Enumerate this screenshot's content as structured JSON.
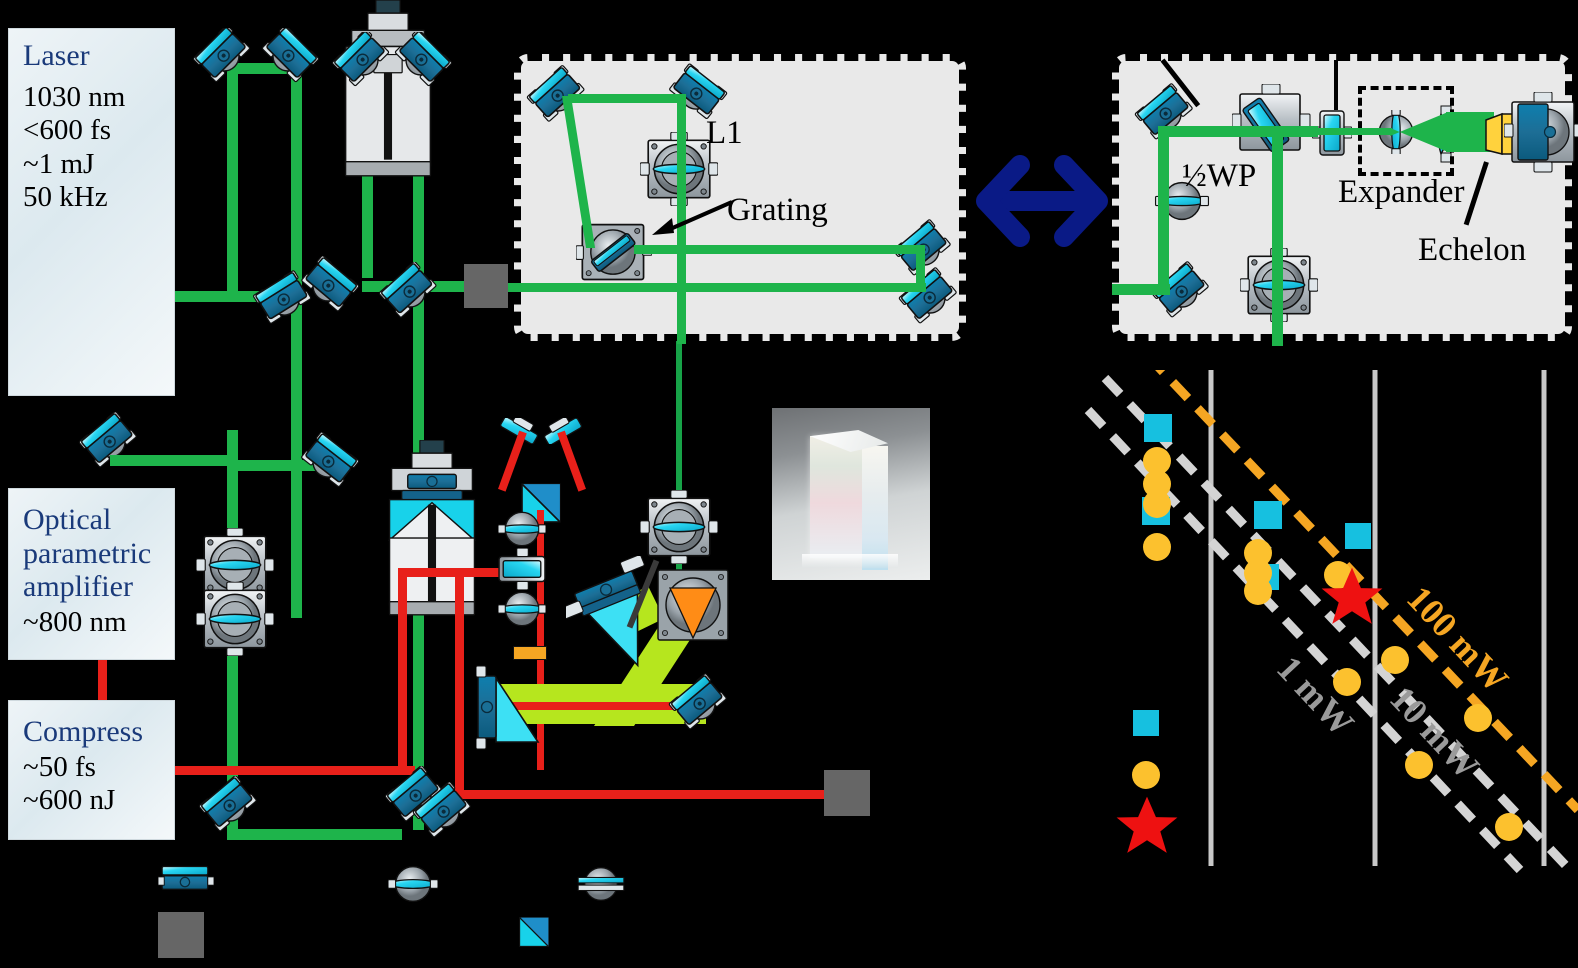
{
  "figure": {
    "kind": "optical-setup-schematic",
    "background": "#000000"
  },
  "boxes": {
    "laser": {
      "title": "Laser",
      "lines": [
        "1030 nm",
        "<600 fs",
        "~1 mJ",
        "50 kHz"
      ]
    },
    "opa": {
      "title": "Optical parametric amplifier",
      "title_lines": [
        "Optical",
        "parametric",
        "amplifier"
      ],
      "lines": [
        "~800 nm"
      ]
    },
    "compress": {
      "title": "Compress",
      "lines": [
        "~50 fs",
        "~600 nJ"
      ]
    }
  },
  "panels": {
    "left_panel": {
      "labels": {
        "lens": "L1",
        "grating": "Grating"
      }
    },
    "right_panel": {
      "labels": {
        "waveplate": "½WP",
        "expander": "Expander",
        "echelon": "Echelon"
      }
    },
    "swap_arrow": {
      "name": "double-headed-arrow",
      "color": "#0a1a86"
    }
  },
  "colors": {
    "green_beam": "#1eb44b",
    "red_beam": "#e8201a",
    "yellow_green_beam": "#b6e61e",
    "panel_fill": "#e9e9e9",
    "beam_dump": "#666666",
    "title_blue": "#1a3a7a",
    "arrow_navy": "#0a1a86",
    "echelon_yellow": "#ffd23d",
    "marker_square": "#16c0e0",
    "marker_circle": "#fcc12e",
    "marker_star": "#ee1111",
    "orange_line": "#f5a623",
    "gray_line": "#d4d4d4"
  },
  "chart_data": {
    "type": "scatter",
    "title": "",
    "xlabel": "",
    "ylabel": "",
    "grid": false,
    "legend": "none",
    "annotations": [
      {
        "text": "1 mW",
        "color": "#9a9a9a",
        "rotation": 36
      },
      {
        "text": "10 mW",
        "color": "#9a9a9a",
        "rotation": 36
      },
      {
        "text": "100 mW",
        "color": "#f5a623",
        "rotation": 36
      }
    ],
    "trendlines": [
      {
        "label": "1 mW",
        "style": "dashed",
        "color": "#d4d4d4"
      },
      {
        "label": "10 mW",
        "style": "dashed",
        "color": "#d4d4d4"
      },
      {
        "label": "100 mW",
        "style": "dashed",
        "color": "#f5a623"
      }
    ],
    "vertical_rules": [
      1211,
      1358,
      1517
    ],
    "series": [
      {
        "name": "square-markers",
        "marker": "square",
        "color": "#16c0e0",
        "points": [
          {
            "x": 1152,
            "y": 426
          },
          {
            "x": 1150,
            "y": 509
          },
          {
            "x": 1262,
            "y": 513
          },
          {
            "x": 1353,
            "y": 535
          },
          {
            "x": 1261,
            "y": 576
          },
          {
            "x": 1141,
            "y": 722
          }
        ]
      },
      {
        "name": "circle-markers",
        "marker": "circle",
        "color": "#fcc12e",
        "points": [
          {
            "x": 1157,
            "y": 461
          },
          {
            "x": 1157,
            "y": 484
          },
          {
            "x": 1157,
            "y": 504
          },
          {
            "x": 1157,
            "y": 547
          },
          {
            "x": 1258,
            "y": 553
          },
          {
            "x": 1258,
            "y": 573
          },
          {
            "x": 1258,
            "y": 591
          },
          {
            "x": 1338,
            "y": 575
          },
          {
            "x": 1395,
            "y": 660
          },
          {
            "x": 1347,
            "y": 682
          },
          {
            "x": 1478,
            "y": 718
          },
          {
            "x": 1419,
            "y": 765
          },
          {
            "x": 1509,
            "y": 827
          },
          {
            "x": 1146,
            "y": 775
          }
        ]
      },
      {
        "name": "star-markers",
        "marker": "star",
        "color": "#ee1111",
        "points": [
          {
            "x": 1352,
            "y": 598
          },
          {
            "x": 1147,
            "y": 827
          }
        ]
      }
    ]
  },
  "legend_row": {
    "items": [
      {
        "icon": "mirror-icon",
        "label": ""
      },
      {
        "icon": "lens-icon",
        "label": ""
      },
      {
        "icon": "waveplate-icon",
        "label": ""
      },
      {
        "icon": "beam-dump-icon",
        "label": ""
      },
      {
        "icon": "beamsplitter-icon",
        "label": ""
      }
    ]
  },
  "inset_photo": {
    "name": "echelon-photograph",
    "caption": ""
  }
}
